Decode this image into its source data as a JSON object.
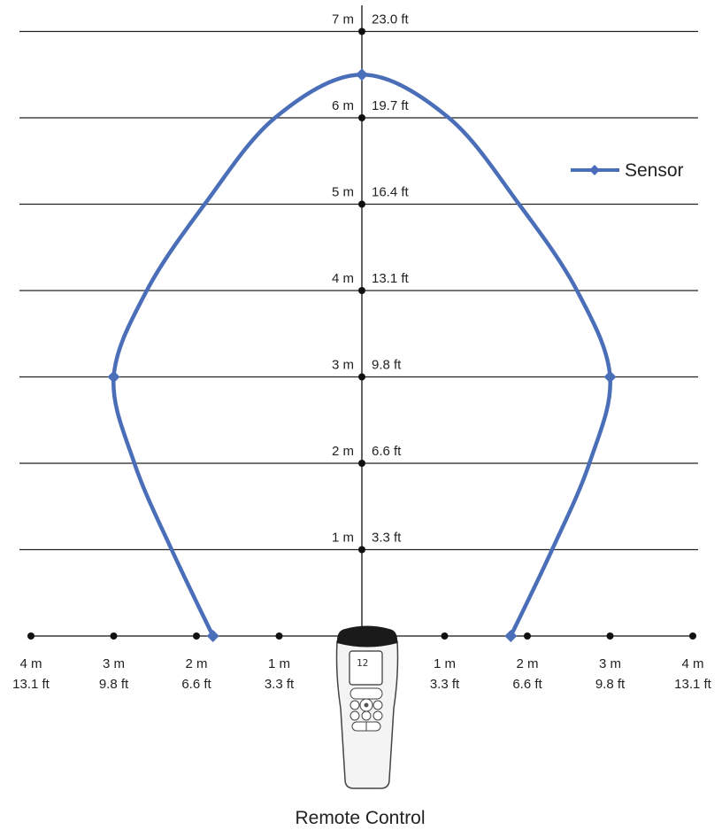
{
  "chart_data": {
    "type": "line",
    "title": "",
    "xlabel": "",
    "ylabel": "",
    "xlim": [
      -4,
      4
    ],
    "ylim": [
      0,
      7
    ],
    "grid": true,
    "legend_position": "right",
    "y_ticks": [
      {
        "value": 1,
        "metric": "1 m",
        "imperial": "3.3 ft"
      },
      {
        "value": 2,
        "metric": "2 m",
        "imperial": "6.6 ft"
      },
      {
        "value": 3,
        "metric": "3 m",
        "imperial": "9.8 ft"
      },
      {
        "value": 4,
        "metric": "4 m",
        "imperial": "13.1 ft"
      },
      {
        "value": 5,
        "metric": "5 m",
        "imperial": "16.4 ft"
      },
      {
        "value": 6,
        "metric": "6 m",
        "imperial": "19.7 ft"
      },
      {
        "value": 7,
        "metric": "7 m",
        "imperial": "23.0 ft"
      }
    ],
    "x_ticks": [
      {
        "value": -4,
        "metric": "4 m",
        "imperial": "13.1 ft"
      },
      {
        "value": -3,
        "metric": "3 m",
        "imperial": "9.8 ft"
      },
      {
        "value": -2,
        "metric": "2 m",
        "imperial": "6.6 ft"
      },
      {
        "value": -1,
        "metric": "1 m",
        "imperial": "3.3 ft"
      },
      {
        "value": 1,
        "metric": "1 m",
        "imperial": "3.3 ft"
      },
      {
        "value": 2,
        "metric": "2 m",
        "imperial": "6.6 ft"
      },
      {
        "value": 3,
        "metric": "3 m",
        "imperial": "9.8 ft"
      },
      {
        "value": 4,
        "metric": "4 m",
        "imperial": "13.1 ft"
      }
    ],
    "series": [
      {
        "name": "Sensor",
        "color": "#4a6fb8",
        "markers": [
          {
            "x": -1.8,
            "y": 0
          },
          {
            "x": -3.0,
            "y": 3
          },
          {
            "x": 0.0,
            "y": 6.5
          },
          {
            "x": 3.0,
            "y": 3
          },
          {
            "x": 1.8,
            "y": 0
          }
        ],
        "points": [
          {
            "x": -1.8,
            "y": 0
          },
          {
            "x": -2.3,
            "y": 1
          },
          {
            "x": -2.75,
            "y": 2
          },
          {
            "x": -3.0,
            "y": 3
          },
          {
            "x": -2.6,
            "y": 4
          },
          {
            "x": -1.9,
            "y": 5
          },
          {
            "x": -1.05,
            "y": 6
          },
          {
            "x": 0.0,
            "y": 6.5
          },
          {
            "x": 1.05,
            "y": 6
          },
          {
            "x": 1.9,
            "y": 5
          },
          {
            "x": 2.6,
            "y": 4
          },
          {
            "x": 3.0,
            "y": 3
          },
          {
            "x": 2.75,
            "y": 2
          },
          {
            "x": 2.3,
            "y": 1
          },
          {
            "x": 1.8,
            "y": 0
          }
        ]
      }
    ]
  },
  "device": {
    "label": "Remote Control",
    "lcd_text": "12"
  },
  "colors": {
    "series": "#4a6fb8",
    "grid": "#222222",
    "device_cap": "#1a1a1a",
    "device_body": "#f4f4f4"
  }
}
